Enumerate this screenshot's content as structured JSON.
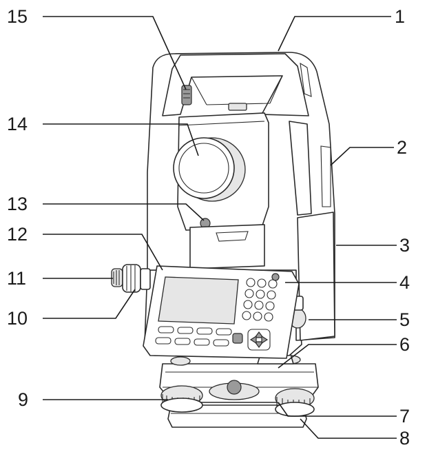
{
  "callouts": [
    {
      "id": "c1",
      "number": "1"
    },
    {
      "id": "c2",
      "number": "2"
    },
    {
      "id": "c3",
      "number": "3"
    },
    {
      "id": "c4",
      "number": "4"
    },
    {
      "id": "c5",
      "number": "5"
    },
    {
      "id": "c6",
      "number": "6"
    },
    {
      "id": "c7",
      "number": "7"
    },
    {
      "id": "c8",
      "number": "8"
    },
    {
      "id": "c9",
      "number": "9"
    },
    {
      "id": "c10",
      "number": "10"
    },
    {
      "id": "c11",
      "number": "11"
    },
    {
      "id": "c12",
      "number": "12"
    },
    {
      "id": "c13",
      "number": "13"
    },
    {
      "id": "c14",
      "number": "14"
    },
    {
      "id": "c15",
      "number": "15"
    }
  ],
  "colors": {
    "line": "#1a1a1a",
    "body_fill": "#ffffff",
    "shade_fill": "#e6e6e6",
    "background": "#ffffff"
  }
}
